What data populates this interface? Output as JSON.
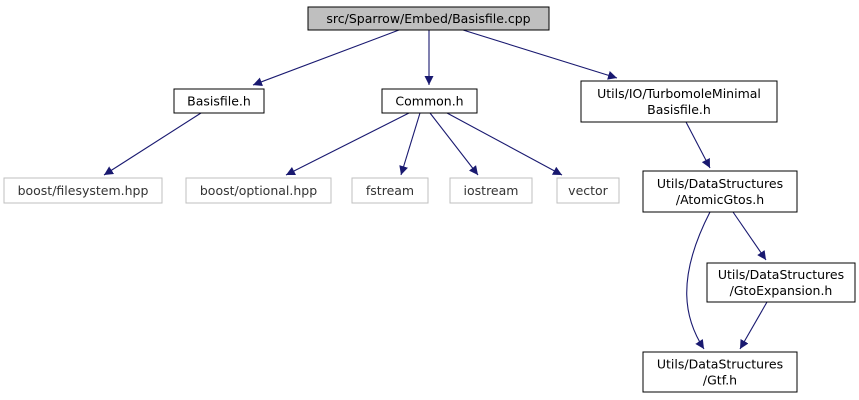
{
  "diagram": {
    "nodes": [
      {
        "id": "basisfile_cpp",
        "lines": [
          "src/Sparrow/Embed/Basisfile.cpp"
        ],
        "kind": "root"
      },
      {
        "id": "basisfile_h",
        "lines": [
          "Basisfile.h"
        ],
        "kind": "local"
      },
      {
        "id": "common_h",
        "lines": [
          "Common.h"
        ],
        "kind": "local"
      },
      {
        "id": "turbomole_h",
        "lines": [
          "Utils/IO/TurbomoleMinimal",
          "Basisfile.h"
        ],
        "kind": "local"
      },
      {
        "id": "boost_filesystem",
        "lines": [
          "boost/filesystem.hpp"
        ],
        "kind": "external"
      },
      {
        "id": "boost_optional",
        "lines": [
          "boost/optional.hpp"
        ],
        "kind": "external"
      },
      {
        "id": "fstream",
        "lines": [
          "fstream"
        ],
        "kind": "external"
      },
      {
        "id": "iostream",
        "lines": [
          "iostream"
        ],
        "kind": "external"
      },
      {
        "id": "vector",
        "lines": [
          "vector"
        ],
        "kind": "external"
      },
      {
        "id": "atomicgtos_h",
        "lines": [
          "Utils/DataStructures",
          "/AtomicGtos.h"
        ],
        "kind": "local"
      },
      {
        "id": "gtoexpansion_h",
        "lines": [
          "Utils/DataStructures",
          "/GtoExpansion.h"
        ],
        "kind": "local"
      },
      {
        "id": "gtf_h",
        "lines": [
          "Utils/DataStructures",
          "/Gtf.h"
        ],
        "kind": "local"
      }
    ],
    "edges": [
      {
        "from": "basisfile_cpp",
        "to": "basisfile_h"
      },
      {
        "from": "basisfile_cpp",
        "to": "common_h"
      },
      {
        "from": "basisfile_cpp",
        "to": "turbomole_h"
      },
      {
        "from": "basisfile_h",
        "to": "boost_filesystem"
      },
      {
        "from": "common_h",
        "to": "boost_optional"
      },
      {
        "from": "common_h",
        "to": "fstream"
      },
      {
        "from": "common_h",
        "to": "iostream"
      },
      {
        "from": "common_h",
        "to": "vector"
      },
      {
        "from": "turbomole_h",
        "to": "atomicgtos_h"
      },
      {
        "from": "atomicgtos_h",
        "to": "gtoexpansion_h"
      },
      {
        "from": "atomicgtos_h",
        "to": "gtf_h"
      },
      {
        "from": "gtoexpansion_h",
        "to": "gtf_h"
      }
    ],
    "colors": {
      "edge": "#191970",
      "root_fill": "#bfbfbf",
      "node_border": "#000000",
      "external_border": "#bfbfbf",
      "external_text": "#333333"
    }
  }
}
